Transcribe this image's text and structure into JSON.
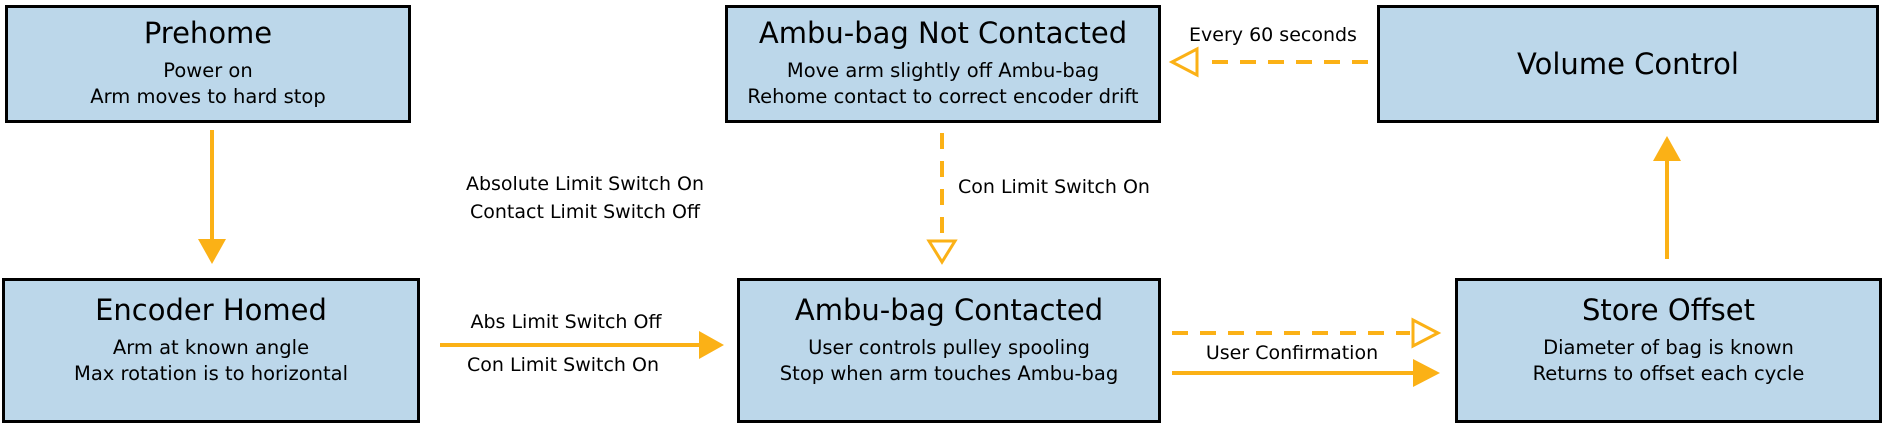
{
  "colors": {
    "background": "#FFFFFF",
    "box_fill": "#BCD7EA",
    "box_border": "#000000",
    "arrow": "#FBB116",
    "text": "#000000"
  },
  "boxes": {
    "prehome": {
      "title": "Prehome",
      "lines": [
        "Power on",
        "Arm moves to hard stop"
      ]
    },
    "ambu_bag_not_contacted": {
      "title": "Ambu-bag Not Contacted",
      "lines": [
        "Move arm slightly off Ambu-bag",
        "Rehome contact to correct encoder drift"
      ]
    },
    "volume_control": {
      "title": "Volume Control",
      "lines": []
    },
    "encoder_homed": {
      "title": "Encoder Homed",
      "lines": [
        "Arm at known angle",
        "Max rotation is to horizontal"
      ]
    },
    "ambu_bag_contacted": {
      "title": "Ambu-bag Contacted",
      "lines": [
        "User controls pulley spooling",
        "Stop when arm touches Ambu-bag"
      ]
    },
    "store_offset": {
      "title": "Store Offset",
      "lines": [
        "Diameter of bag is known",
        "Returns to offset each cycle"
      ]
    }
  },
  "edge_labels": {
    "absolute_limit_switch": {
      "line1": "Absolute Limit Switch On",
      "line2": "Contact Limit Switch Off"
    },
    "abs_limit_switch_off": "Abs Limit Switch Off",
    "con_limit_switch_on_horizontal": "Con Limit Switch On",
    "con_limit_switch_on_vertical": "Con Limit Switch On",
    "every_60_seconds": "Every 60 seconds",
    "user_confirmation": "User Confirmation"
  }
}
